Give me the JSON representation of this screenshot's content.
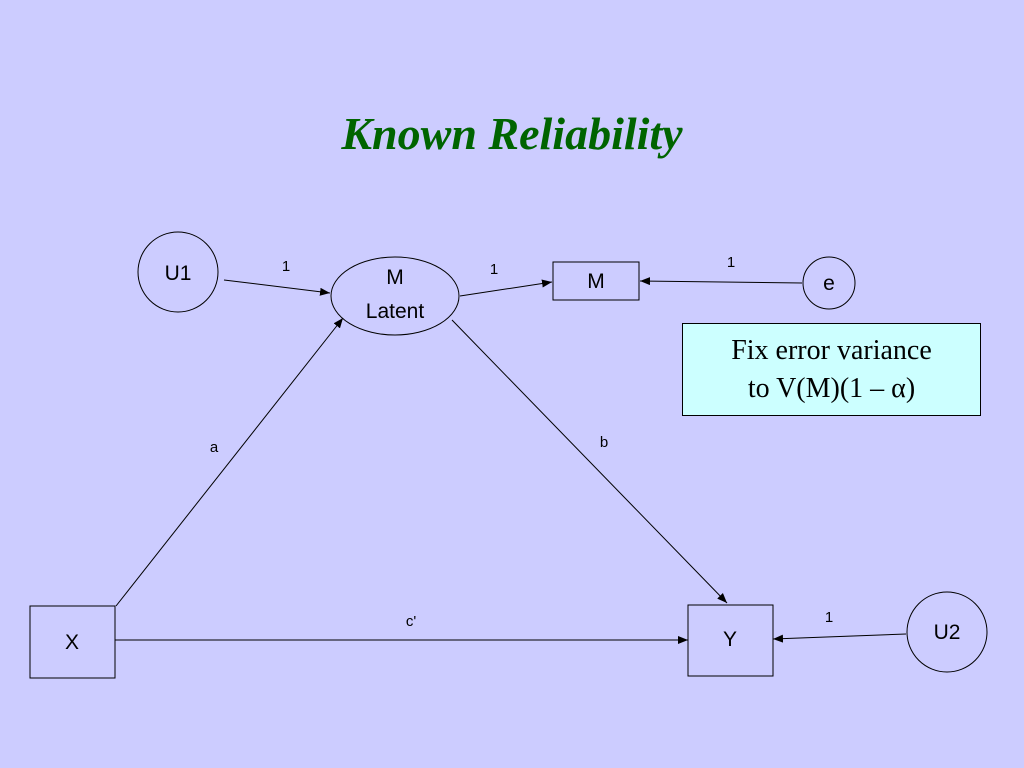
{
  "slide": {
    "title": "Known Reliability"
  },
  "diagram": {
    "nodes": {
      "u1": "U1",
      "m_latent_line1": "M",
      "m_latent_line2": "Latent",
      "m_observed": "M",
      "e": "e",
      "x": "X",
      "y": "Y",
      "u2": "U2"
    },
    "path_labels": {
      "u1_to_mlatent": "1",
      "mlatent_to_m": "1",
      "e_to_m": "1",
      "a": "a",
      "b": "b",
      "c_prime": "c'",
      "u2_to_y": "1"
    }
  },
  "note": {
    "line1": "Fix error variance",
    "line2": "to V(M)(1 – α)"
  },
  "colors": {
    "background": "#ccccff",
    "title": "#006400",
    "note_background": "#ccffff",
    "shapes": "#000000"
  }
}
